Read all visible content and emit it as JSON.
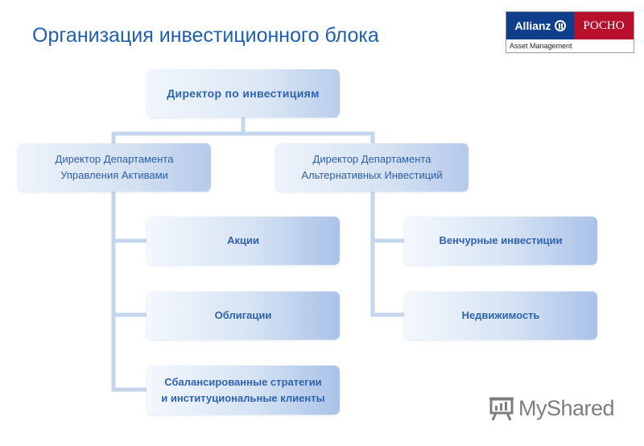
{
  "title": "Организация инвестиционного блока",
  "logo": {
    "brand_left": "Allianz",
    "brand_right": "РОСНО",
    "subtitle": "Asset Management"
  },
  "org": {
    "root": "Директор по инвестициям",
    "dept_assets": "Директор Департамента\nУправления Активами",
    "dept_alt": "Директор Департамента\nАльтернативных Инвестиций",
    "assets_children": [
      "Акции",
      "Облигации",
      "Сбалансированные стратегии\nи институциональные клиенты"
    ],
    "alt_children": [
      "Венчурные инвестиции",
      "Недвижимость"
    ]
  },
  "watermark": {
    "text": "MyShared"
  },
  "colors": {
    "title": "#1f5fb0",
    "box_text": "#2f63b0",
    "connector": "#c4d5ee",
    "allianz_blue": "#0f3f8a",
    "rosno_red": "#b8102c"
  }
}
